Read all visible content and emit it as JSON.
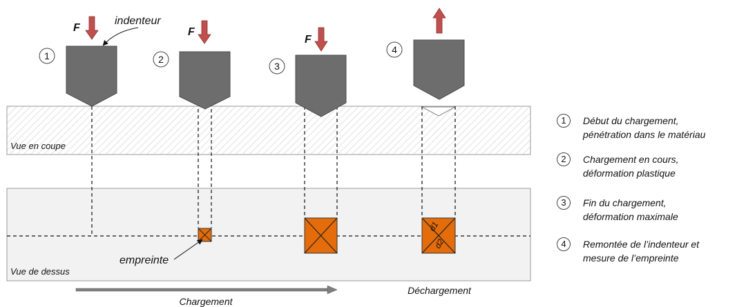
{
  "labels": {
    "indenter": "indenteur",
    "force": "F",
    "section_view": "Vue en coupe",
    "top_view": "Vue de dessus",
    "imprint": "empreinte",
    "loading": "Chargement",
    "unloading": "Déchargement",
    "diag_d1": "d1",
    "diag_d2": "d2"
  },
  "steps": [
    {
      "num": "1"
    },
    {
      "num": "2"
    },
    {
      "num": "3"
    },
    {
      "num": "4"
    }
  ],
  "legend": [
    {
      "num": "1",
      "text": "Début du chargement,\npénétration dans le matériau"
    },
    {
      "num": "2",
      "text": "Chargement en cours,\ndéformation plastique"
    },
    {
      "num": "3",
      "text": "Fin du chargement,\ndéformation maximale"
    },
    {
      "num": "4",
      "text": "Remontée de l’indenteur et\nmesure de l’empreinte"
    }
  ],
  "colors": {
    "indenter_fill": "#6d6d6d",
    "arrow_fill": "#c0504d",
    "imprint_fill": "#e46c0a",
    "panel_fill": "#f2f2f2",
    "hatch": "#d9d9d9",
    "progress_bar": "#7f7f7f"
  }
}
